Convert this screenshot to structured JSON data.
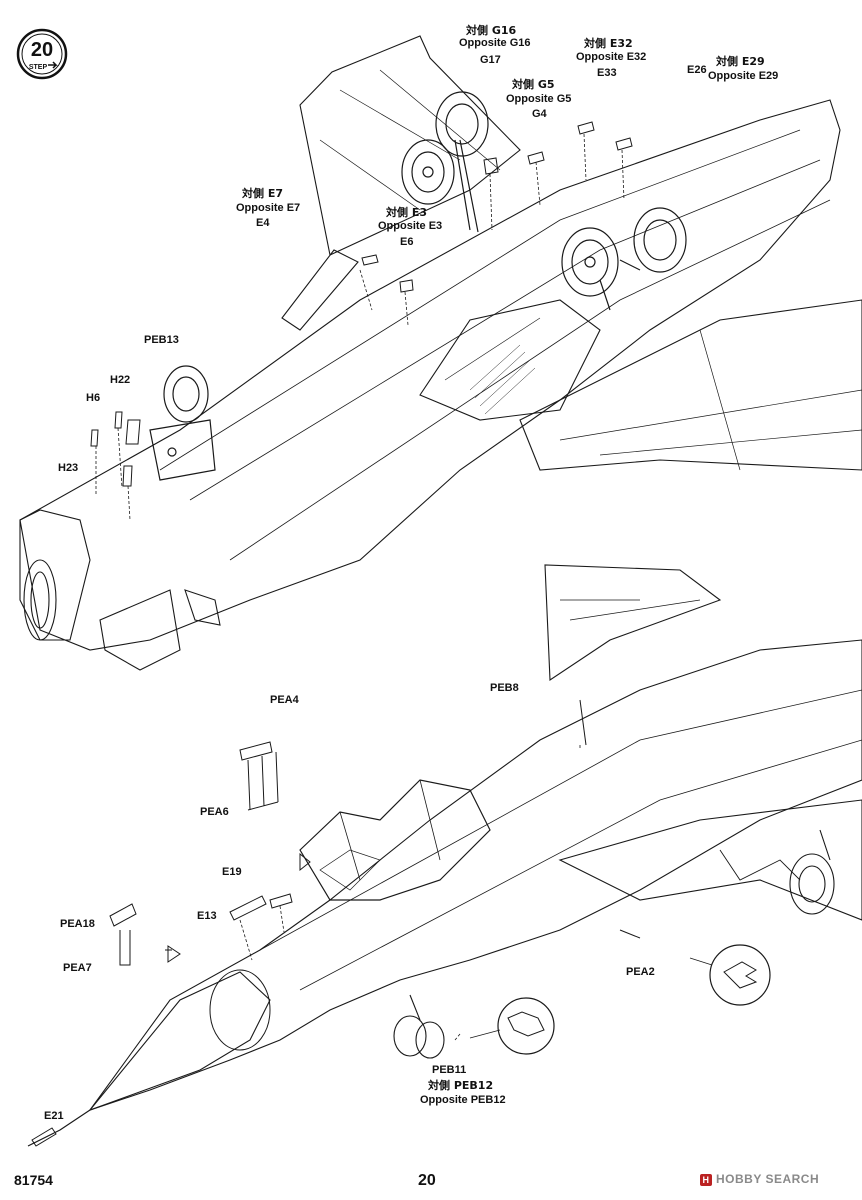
{
  "step": {
    "number": "20",
    "label": "STEP"
  },
  "footer": {
    "product_code": "81754",
    "page_number": "20"
  },
  "watermark": {
    "brand": "HOBBY SEARCH"
  },
  "callouts": {
    "g16_cn": "対側 G16",
    "g16_en": "Opposite G16",
    "g17": "G17",
    "g5_cn": "対側 G5",
    "g5_en": "Opposite G5",
    "g4": "G4",
    "e32_cn": "対側 E32",
    "e32_en": "Opposite E32",
    "e33": "E33",
    "e26": "E26",
    "e29_cn": "対側 E29",
    "e29_en": "Opposite E29",
    "e7_cn": "対側 E7",
    "e7_en": "Opposite E7",
    "e4": "E4",
    "e3_cn": "対側 E3",
    "e3_en": "Opposite E3",
    "e6": "E6",
    "peb13": "PEB13",
    "h22": "H22",
    "h6": "H6",
    "h23": "H23",
    "pea4": "PEA4",
    "pea6": "PEA6",
    "peb8": "PEB8",
    "e19": "E19",
    "e13": "E13",
    "pea18": "PEA18",
    "pea7": "PEA7",
    "pea2": "PEA2",
    "peb11": "PEB11",
    "peb12_cn": "対側 PEB12",
    "peb12_en": "Opposite PEB12",
    "e21": "E21"
  }
}
